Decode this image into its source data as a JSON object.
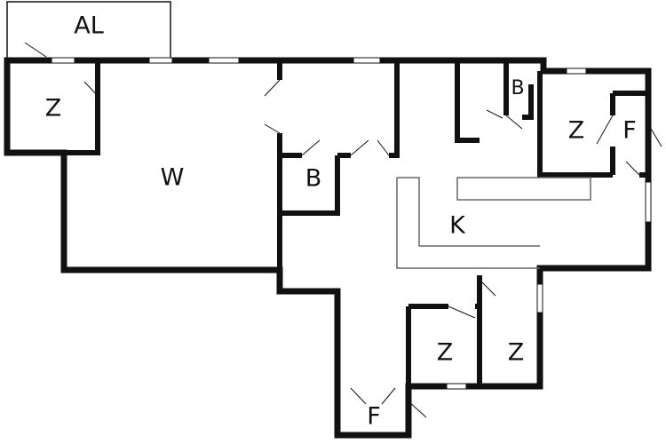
{
  "plan": {
    "rooms": [
      {
        "id": "balcony",
        "label": "AL"
      },
      {
        "id": "room-top-left",
        "label": "Z"
      },
      {
        "id": "living",
        "label": "W"
      },
      {
        "id": "bath-middle",
        "label": "B"
      },
      {
        "id": "bath-top-right",
        "label": "B"
      },
      {
        "id": "room-top-right",
        "label": "Z"
      },
      {
        "id": "toilet-top-right",
        "label": "F"
      },
      {
        "id": "kitchen",
        "label": "K"
      },
      {
        "id": "room-bottom-left",
        "label": "Z"
      },
      {
        "id": "room-bottom-right",
        "label": "Z"
      },
      {
        "id": "toilet-bottom",
        "label": "F"
      }
    ],
    "colors": {
      "wall": "#111111",
      "background": "#ffffff",
      "fixture": "#666666"
    }
  }
}
